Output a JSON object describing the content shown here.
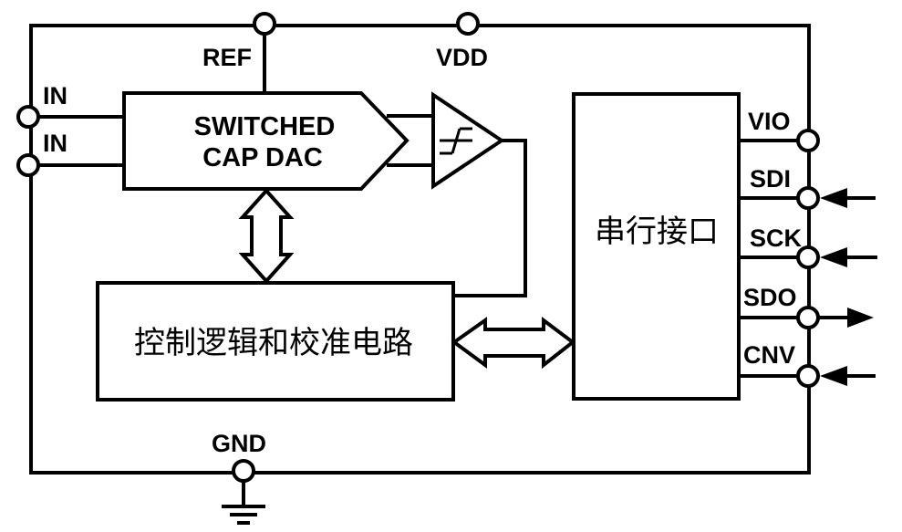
{
  "diagram": {
    "title": "ADC block diagram",
    "colors": {
      "line": "#000000",
      "background": "#ffffff"
    },
    "pins": {
      "ref": "REF",
      "vdd": "VDD",
      "in_pos": "IN",
      "in_neg": "IN",
      "gnd": "GND",
      "vio": "VIO",
      "sdi": "SDI",
      "sck": "SCK",
      "sdo": "SDO",
      "cnv": "CNV"
    },
    "pin_directions": {
      "sdi": "input",
      "sck": "input",
      "sdo": "output",
      "cnv": "input"
    },
    "blocks": {
      "dac_line1": "SWITCHED",
      "dac_line2": "CAP DAC",
      "control_logic": "控制逻辑和校准电路",
      "serial_interface": "串行接口",
      "comparator": "comparator"
    }
  }
}
